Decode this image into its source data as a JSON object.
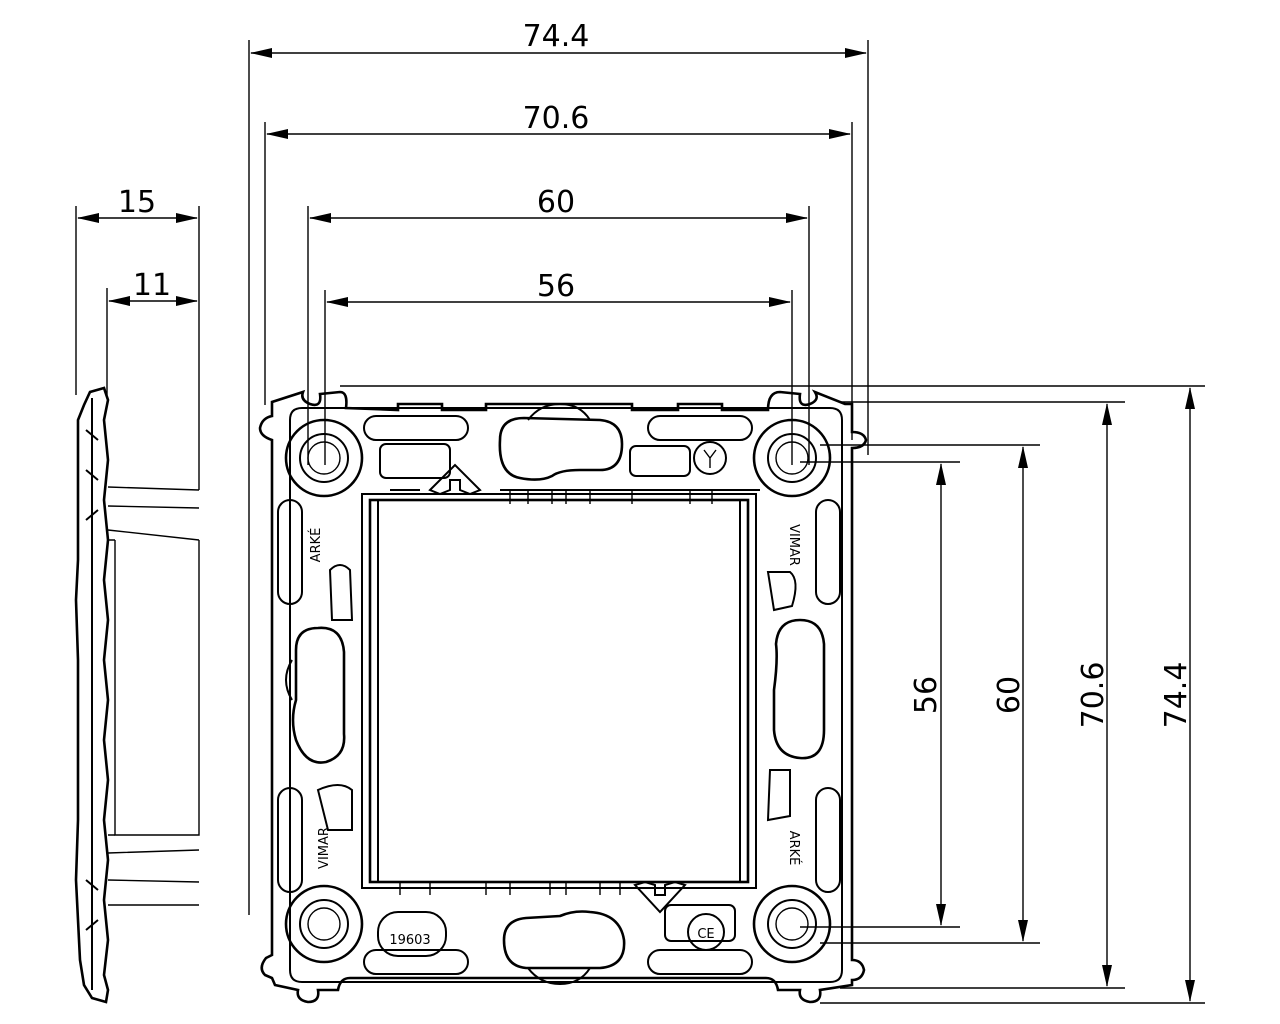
{
  "dimensions": {
    "width_74_4": "74.4",
    "width_70_6": "70.6",
    "width_60": "60",
    "width_56": "56",
    "depth_15": "15",
    "depth_11": "11",
    "height_56": "56",
    "height_60": "60",
    "height_70_6": "70.6",
    "height_74_4": "74.4"
  },
  "markings": {
    "arke_left": "ARKÉ",
    "vimar_right": "VIMAR",
    "vimar_left": "VIMAR",
    "arke_right": "ARKÉ",
    "part_number": "19603",
    "ce_mark": "CE"
  }
}
